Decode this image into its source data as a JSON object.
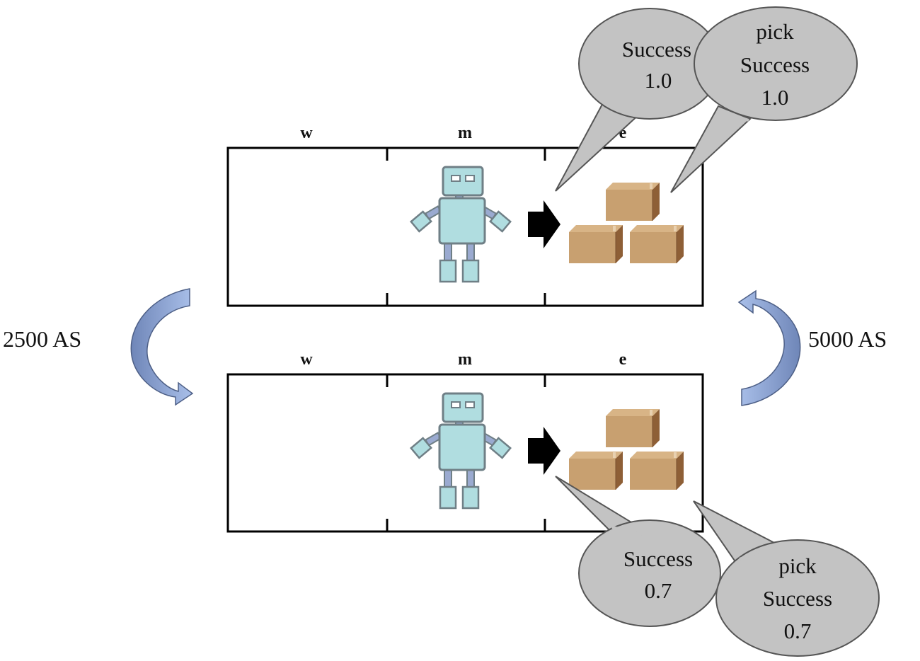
{
  "panels": {
    "top": {
      "zones": [
        "w",
        "m",
        "e"
      ]
    },
    "bottom": {
      "zones": [
        "w",
        "m",
        "e"
      ]
    }
  },
  "transitions": {
    "left_label": "2500 AS",
    "right_label": "5000 AS"
  },
  "bubbles": {
    "top_success": [
      "Success",
      "1.0"
    ],
    "top_pick": [
      "pick",
      "Success",
      "1.0"
    ],
    "bottom_success": [
      "Success",
      "0.7"
    ],
    "bottom_pick": [
      "pick",
      "Success",
      "0.7"
    ]
  },
  "colors": {
    "robot_body": "#b0dde0",
    "robot_limb": "#9aaad0",
    "robot_outline": "#6f7f86",
    "box_front": "#c8a070",
    "box_top": "#d8b486",
    "box_side": "#8e5f36",
    "bubble_fill": "#c3c3c3",
    "transition_arrow": "#8aa3d6"
  }
}
